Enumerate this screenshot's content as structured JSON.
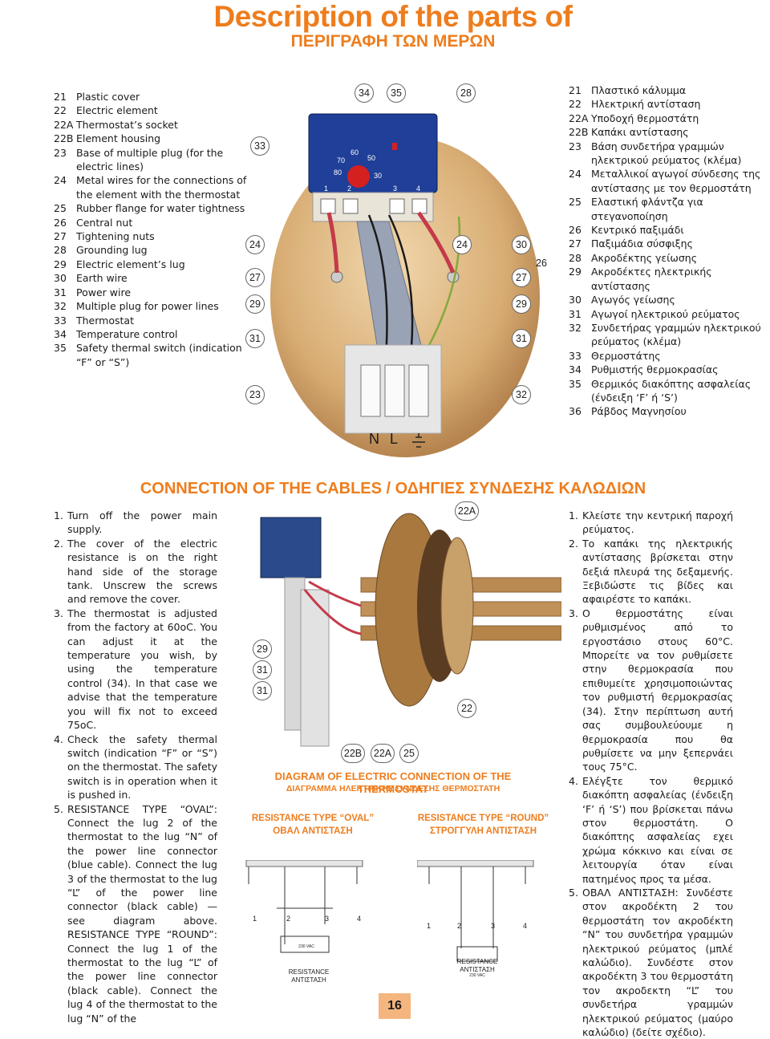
{
  "title": "Description of the parts of",
  "title_gr": "ΠΕΡΙΓΡΑΦΗ ΤΩΝ ΜΕΡΩΝ",
  "parts_en": [
    {
      "num": "21",
      "text": "Plastic cover"
    },
    {
      "num": "22",
      "text": "Electric element"
    },
    {
      "num": "22A",
      "text": "Thermostat’s socket"
    },
    {
      "num": "22B",
      "text": "Element housing"
    },
    {
      "num": "23",
      "text": "Base of multiple plug (for the electric lines)"
    },
    {
      "num": "24",
      "text": "Metal wires for the connections of the element with the thermostat"
    },
    {
      "num": "25",
      "text": "Rubber flange for water tightness"
    },
    {
      "num": "26",
      "text": "Central nut"
    },
    {
      "num": "27",
      "text": "Tightening nuts"
    },
    {
      "num": "28",
      "text": "Grounding lug"
    },
    {
      "num": "29",
      "text": "Electric element’s lug"
    },
    {
      "num": "30",
      "text": "Earth wire"
    },
    {
      "num": "31",
      "text": "Power wire"
    },
    {
      "num": "32",
      "text": "Multiple plug for power lines"
    },
    {
      "num": "33",
      "text": "Thermostat"
    },
    {
      "num": "34",
      "text": "Temperature control"
    },
    {
      "num": "35",
      "text": "Safety thermal switch (indication “F” or “S”)"
    }
  ],
  "parts_gr": [
    {
      "num": "21",
      "text": "Πλαστικό κάλυμμα"
    },
    {
      "num": "22",
      "text": "Ηλεκτρική αντίσταση"
    },
    {
      "num": "22A",
      "text": "Υποδοχή θερμοστάτη"
    },
    {
      "num": "22B",
      "text": "Καπάκι αντίστασης"
    },
    {
      "num": "23",
      "text": "Βάση συνδετήρα γραμμών ηλεκτρικού ρεύματος (κλέμα)"
    },
    {
      "num": "24",
      "text": "Μεταλλικοί αγωγοί σύνδεσης της αντίστασης με τον θερμοστάτη"
    },
    {
      "num": "25",
      "text": "Ελαστική φλάντζα για στεγανοποίηση"
    },
    {
      "num": "26",
      "text": "Κεντρικό παξιμάδι"
    },
    {
      "num": "27",
      "text": "Παξιμάδια σύσφιξης"
    },
    {
      "num": "28",
      "text": "Ακροδέκτης γείωσης"
    },
    {
      "num": "29",
      "text": "Ακροδέκτες ηλεκτρικής αντίστασης"
    },
    {
      "num": "30",
      "text": "Αγωγός γείωσης"
    },
    {
      "num": "31",
      "text": "Αγωγοί ηλεκτρικού ρεύματος"
    },
    {
      "num": "32",
      "text": "Συνδετήρας γραμμών ηλεκτρικού ρεύματος (κλέμα)"
    },
    {
      "num": "33",
      "text": "Θερμοστάτης"
    },
    {
      "num": "34",
      "text": "Ρυθμιστής θερμοκρασίας"
    },
    {
      "num": "35",
      "text": "Θερμικός διακόπτης ασφαλείας (ένδειξη ‘F’ ή ‘S’)"
    },
    {
      "num": "36",
      "text": "Ράβδος Μαγνησίου"
    }
  ],
  "thermostat_callouts": {
    "c34": "34",
    "c35": "35",
    "c28": "28",
    "c33": "33",
    "c24l": "24",
    "c24r": "24",
    "c30": "30",
    "c26": "26",
    "c27l": "27",
    "c27r": "27",
    "c29l": "29",
    "c29r": "29",
    "c31l": "31",
    "c31r": "31",
    "c23": "23",
    "c32": "32",
    "dial_80": "80",
    "dial_70": "70",
    "dial_60": "60",
    "dial_50": "50",
    "dial_30": "30",
    "lug_1": "1",
    "lug_2": "2",
    "lug_3": "3",
    "lug_4": "4",
    "terminal_n": "N",
    "terminal_l": "L"
  },
  "section_title": "CONNECTION OF THE CABLES / ΟΔΗΓΙΕΣ ΣΥΝΔΕΣΗΣ ΚΑΛΩΔΙΩΝ",
  "steps_en": [
    {
      "n": "1.",
      "text": "Turn off the power main supply."
    },
    {
      "n": "2.",
      "text": "The cover of the electric resistance is on the right hand side of the storage tank. Unscrew the screws and remove the cover."
    },
    {
      "n": "3.",
      "text": "The thermostat is adjusted from the factory at 60oC. You can adjust it at the temperature you wish, by using the temperature control (34). In that case we advise that the temperature you will fix not to exceed 75oC."
    },
    {
      "n": "4.",
      "text": "Check the safety thermal switch (indication “F” or “S”) on the thermostat. The safety switch is in operation when it is pushed in."
    },
    {
      "n": "5.",
      "text": "RESISTANCE TYPE “OVAL”: Connect the lug 2 of the thermostat to the lug “N” of the power line connector (blue cable). Connect the lug 3 of the thermostat to the lug “L” of the power line connector (black cable) — see diagram above. RESISTANCE TYPE “ROUND”: Connect the lug 1 of the thermostat to the lug “L” of the power line connector (black cable). Connect the lug 4 of the thermostat to the lug “N” of the"
    }
  ],
  "steps_gr": [
    {
      "n": "1.",
      "text": "Κλείστε την κεντρική παροχή ρεύματος."
    },
    {
      "n": "2.",
      "text": "Το καπάκι της ηλεκτρικής αντίστασης βρίσκεται στην δεξιά πλευρά της δεξαμενής. Ξεβιδώστε τις βίδες και αφαιρέστε το καπάκι."
    },
    {
      "n": "3.",
      "text": "Ο θερμοστάτης είναι ρυθμισμένος από το εργοστάσιο στους 60°C. Μπορείτε να τον ρυθμίσετε στην θερμοκρασία που επιθυμείτε χρησιμοποιώντας τον ρυθμιστή θερμοκρασίας (34). Στην περίπτωση αυτή σας συμβουλεύουμε η θερμοκρασία που θα ρυθμίσετε να μην ξεπερνάει τους 75°C."
    },
    {
      "n": "4.",
      "text": "Ελέγξτε τον θερμικό διακόπτη ασφαλείας (ένδειξη ‘F’ ή ‘S’) που βρίσκεται πάνω στον θερμοστάτη. Ο διακόπτης ασφαλείας εχει χρώμα κόκκινο και είναι σε λειτουργία όταν είναι πατημένος προς τα μέσα."
    },
    {
      "n": "5.",
      "text": "ΟΒΑΛ ΑΝΤΙΣΤΑΣΗ: Συνδέστε στον ακροδέκτη 2 του θερμοστάτη τον ακροδέκτη “N” του συνδετήρα γραμμών ηλεκτρικού ρεύματος (μπλέ καλώδιο). Συνδέστε στον ακροδέκτη 3 του θερμοστάτη τον ακροδεκτη “L” του συνδετήρα γραμμών ηλεκτρικού ρεύματος (μαύρο καλώδιο) (δείτε σχέδιο)."
    }
  ],
  "element_callouts": {
    "c22a": "22A",
    "c29": "29",
    "c31a": "31",
    "c31b": "31",
    "c22": "22",
    "c22b": "22B",
    "c22a2": "22A",
    "c25": "25"
  },
  "diagram_title": "DIAGRAM OF ELECTRIC CONNECTION OF THE THERMOSTAT",
  "diagram_title_gr": "ΔΙΑΓΡΑΜΜΑ ΗΛΕΚΤΡΙΚΗΣ ΣΥΝΔΕΣΗΣ ΘΕΡΜΟΣΤΑΤΗ",
  "oval": {
    "title": "RESISTANCE TYPE “OVAL”",
    "title_gr": "ΟΒΑΛ ΑΝΤΙΣΤΑΣΗ",
    "l1": "1",
    "l2": "2",
    "l3": "3",
    "l4": "4",
    "vac": "230 VAC",
    "res_en": "RESISTANCE",
    "res_gr": "ΑΝΤΙΣΤΑΣΗ"
  },
  "round": {
    "title": "RESISTANCE TYPE “ROUND”",
    "title_gr": "ΣΤΡΟΓΓΥΛΗ ΑΝΤΙΣΤΑΣΗ",
    "l1": "1",
    "l2": "2",
    "l3": "3",
    "l4": "4",
    "vac": "230 VAC",
    "res_en": "RESISTANCE",
    "res_gr": "ΑΝΤΙΣΤΑΣΗ"
  },
  "page_number": "16",
  "colors": {
    "accent": "#ee7d1d",
    "page_tab": "#f5b57e",
    "flange": "#d7b27c",
    "thermostat_blue": "#1f3f98"
  }
}
